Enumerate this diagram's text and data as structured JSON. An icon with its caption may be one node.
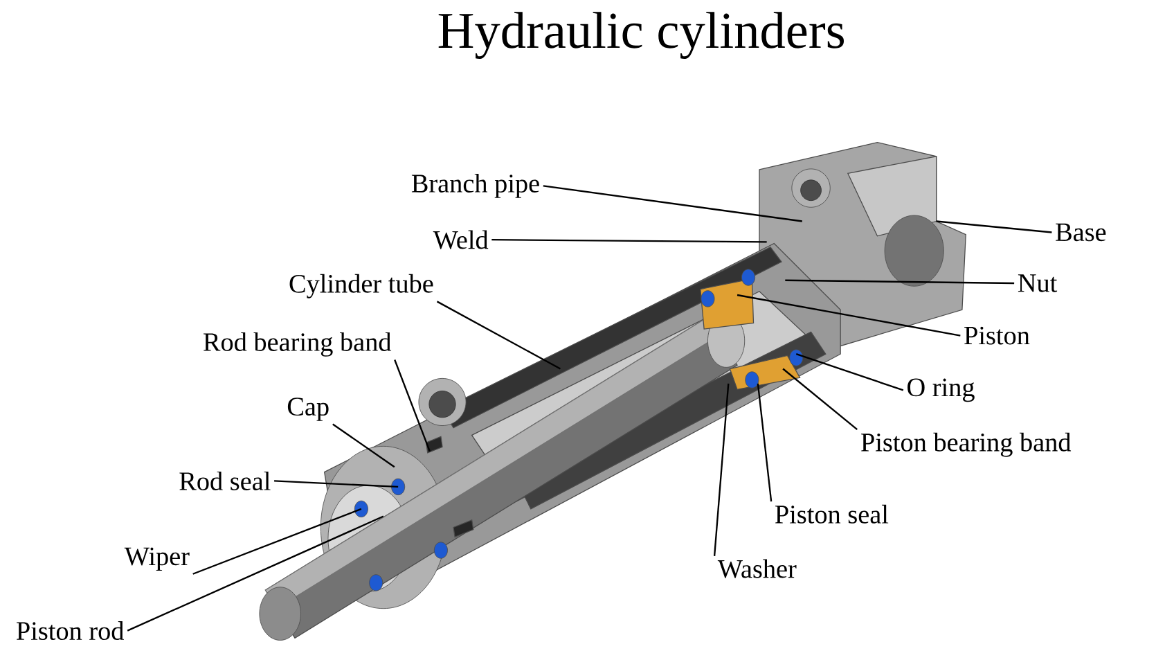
{
  "diagram": {
    "title": "Hydraulic cylinders",
    "nodes": [
      {
        "text": [
          "Branch pipe"
        ]
      },
      {
        "text": [
          "Weld"
        ]
      },
      {
        "text": [
          "Cylinder tube"
        ]
      },
      {
        "text": [
          "Rod bearing band"
        ]
      },
      {
        "text": [
          "Cap"
        ]
      },
      {
        "text": [
          "Rod seal"
        ]
      },
      {
        "text": [
          "Wiper"
        ]
      },
      {
        "text": [
          "Piston rod"
        ]
      },
      {
        "text": [
          "Base"
        ]
      },
      {
        "text": [
          "Nut"
        ]
      },
      {
        "text": [
          "Piston"
        ]
      },
      {
        "text": [
          "O ring"
        ]
      },
      {
        "text": [
          "Piston bearing band"
        ]
      },
      {
        "text": [
          "Piston seal"
        ]
      },
      {
        "text": [
          "Washer"
        ]
      }
    ],
    "edges": [
      {
        "from": 0,
        "to": null,
        "arrow": "none"
      },
      {
        "from": 1,
        "to": null,
        "arrow": "none"
      },
      {
        "from": 2,
        "to": null,
        "arrow": "none"
      },
      {
        "from": 3,
        "to": null,
        "arrow": "none"
      },
      {
        "from": 4,
        "to": null,
        "arrow": "none"
      },
      {
        "from": 5,
        "to": null,
        "arrow": "none"
      },
      {
        "from": 6,
        "to": null,
        "arrow": "none"
      },
      {
        "from": 7,
        "to": null,
        "arrow": "none"
      },
      {
        "from": 8,
        "to": null,
        "arrow": "none"
      },
      {
        "from": 9,
        "to": null,
        "arrow": "none"
      },
      {
        "from": 10,
        "to": null,
        "arrow": "none"
      },
      {
        "from": 11,
        "to": null,
        "arrow": "none"
      },
      {
        "from": 12,
        "to": null,
        "arrow": "none"
      },
      {
        "from": 13,
        "to": null,
        "arrow": "none"
      },
      {
        "from": 14,
        "to": null,
        "arrow": "none"
      }
    ]
  }
}
